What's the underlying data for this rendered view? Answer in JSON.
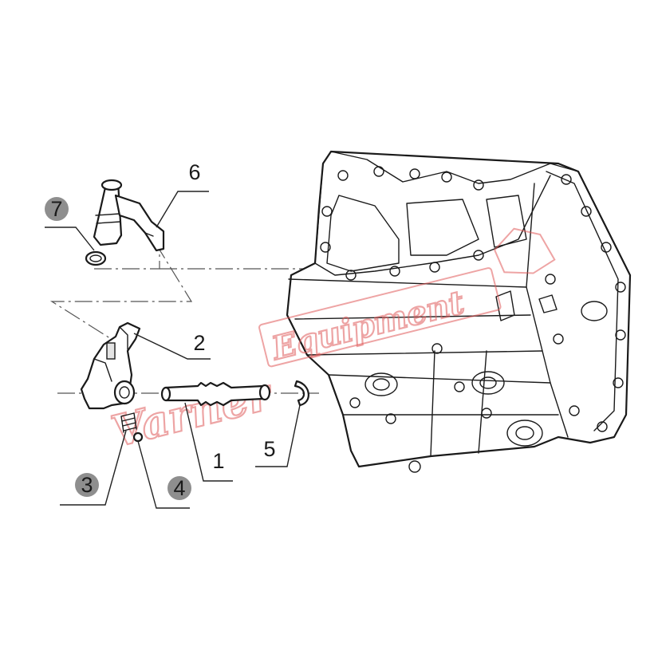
{
  "callouts": [
    {
      "id": "6",
      "style": "plain"
    },
    {
      "id": "7",
      "style": "grey"
    },
    {
      "id": "2",
      "style": "plain"
    },
    {
      "id": "1",
      "style": "plain"
    },
    {
      "id": "5",
      "style": "plain"
    },
    {
      "id": "3",
      "style": "grey"
    },
    {
      "id": "4",
      "style": "grey"
    }
  ],
  "watermark": {
    "brand": "Varner Equipment"
  },
  "colors": {
    "line": "#1a1a1a",
    "badge_grey": "#8e8e8e",
    "watermark": "#e05a5a"
  }
}
